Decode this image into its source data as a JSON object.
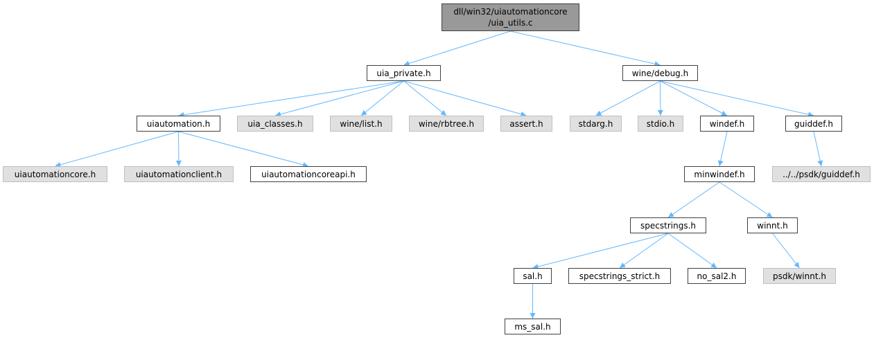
{
  "colors": {
    "edge": "#63b8ff",
    "root_fill": "#999999",
    "external_fill": "#e0e0e0",
    "border": "#404040"
  },
  "nodes": {
    "root": "dll/win32/uiautomationcore\n/uia_utils.c",
    "uia_private": "uia_private.h",
    "wine_debug": "wine/debug.h",
    "uiautomation": "uiautomation.h",
    "uia_classes": "uia_classes.h",
    "wine_list": "wine/list.h",
    "wine_rbtree": "wine/rbtree.h",
    "assert": "assert.h",
    "stdarg": "stdarg.h",
    "stdio": "stdio.h",
    "windef": "windef.h",
    "guiddef": "guiddef.h",
    "uiautomationcore": "uiautomationcore.h",
    "uiautomationclient": "uiautomationclient.h",
    "uiautomationcoreapi": "uiautomationcoreapi.h",
    "minwindef": "minwindef.h",
    "psdk_guiddef": "../../psdk/guiddef.h",
    "specstrings": "specstrings.h",
    "winnt": "winnt.h",
    "sal": "sal.h",
    "specstrings_strict": "specstrings_strict.h",
    "no_sal2": "no_sal2.h",
    "psdk_winnt": "psdk/winnt.h",
    "ms_sal": "ms_sal.h"
  },
  "edges": [
    [
      "root",
      "uia_private"
    ],
    [
      "root",
      "wine_debug"
    ],
    [
      "uia_private",
      "uiautomation"
    ],
    [
      "uia_private",
      "uia_classes"
    ],
    [
      "uia_private",
      "wine_list"
    ],
    [
      "uia_private",
      "wine_rbtree"
    ],
    [
      "uia_private",
      "assert"
    ],
    [
      "uiautomation",
      "uiautomationcore"
    ],
    [
      "uiautomation",
      "uiautomationclient"
    ],
    [
      "uiautomation",
      "uiautomationcoreapi"
    ],
    [
      "wine_debug",
      "stdarg"
    ],
    [
      "wine_debug",
      "stdio"
    ],
    [
      "wine_debug",
      "windef"
    ],
    [
      "wine_debug",
      "guiddef"
    ],
    [
      "windef",
      "minwindef"
    ],
    [
      "guiddef",
      "psdk_guiddef"
    ],
    [
      "minwindef",
      "specstrings"
    ],
    [
      "minwindef",
      "winnt"
    ],
    [
      "specstrings",
      "sal"
    ],
    [
      "specstrings",
      "specstrings_strict"
    ],
    [
      "specstrings",
      "no_sal2"
    ],
    [
      "winnt",
      "psdk_winnt"
    ],
    [
      "sal",
      "ms_sal"
    ]
  ]
}
